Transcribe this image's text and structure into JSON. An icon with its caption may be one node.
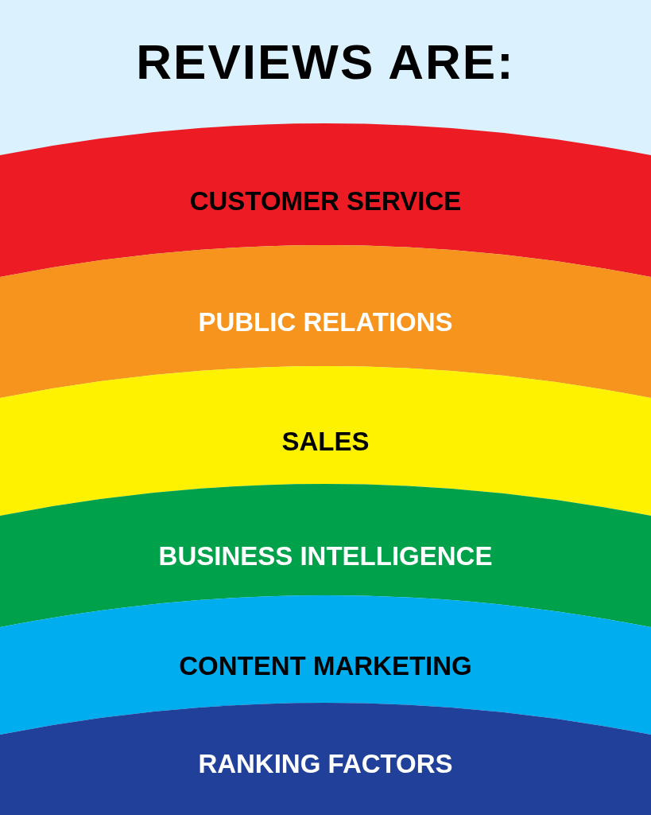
{
  "diagram": {
    "title": "REVIEWS ARE:",
    "nodes": [
      {
        "text": [
          "CUSTOMER SERVICE"
        ]
      },
      {
        "text": [
          "PUBLIC RELATIONS"
        ]
      },
      {
        "text": [
          "SALES"
        ]
      },
      {
        "text": [
          "BUSINESS INTELLIGENCE"
        ]
      },
      {
        "text": [
          "CONTENT MARKETING"
        ]
      },
      {
        "text": [
          "RANKING FACTORS"
        ]
      }
    ],
    "edges": []
  }
}
